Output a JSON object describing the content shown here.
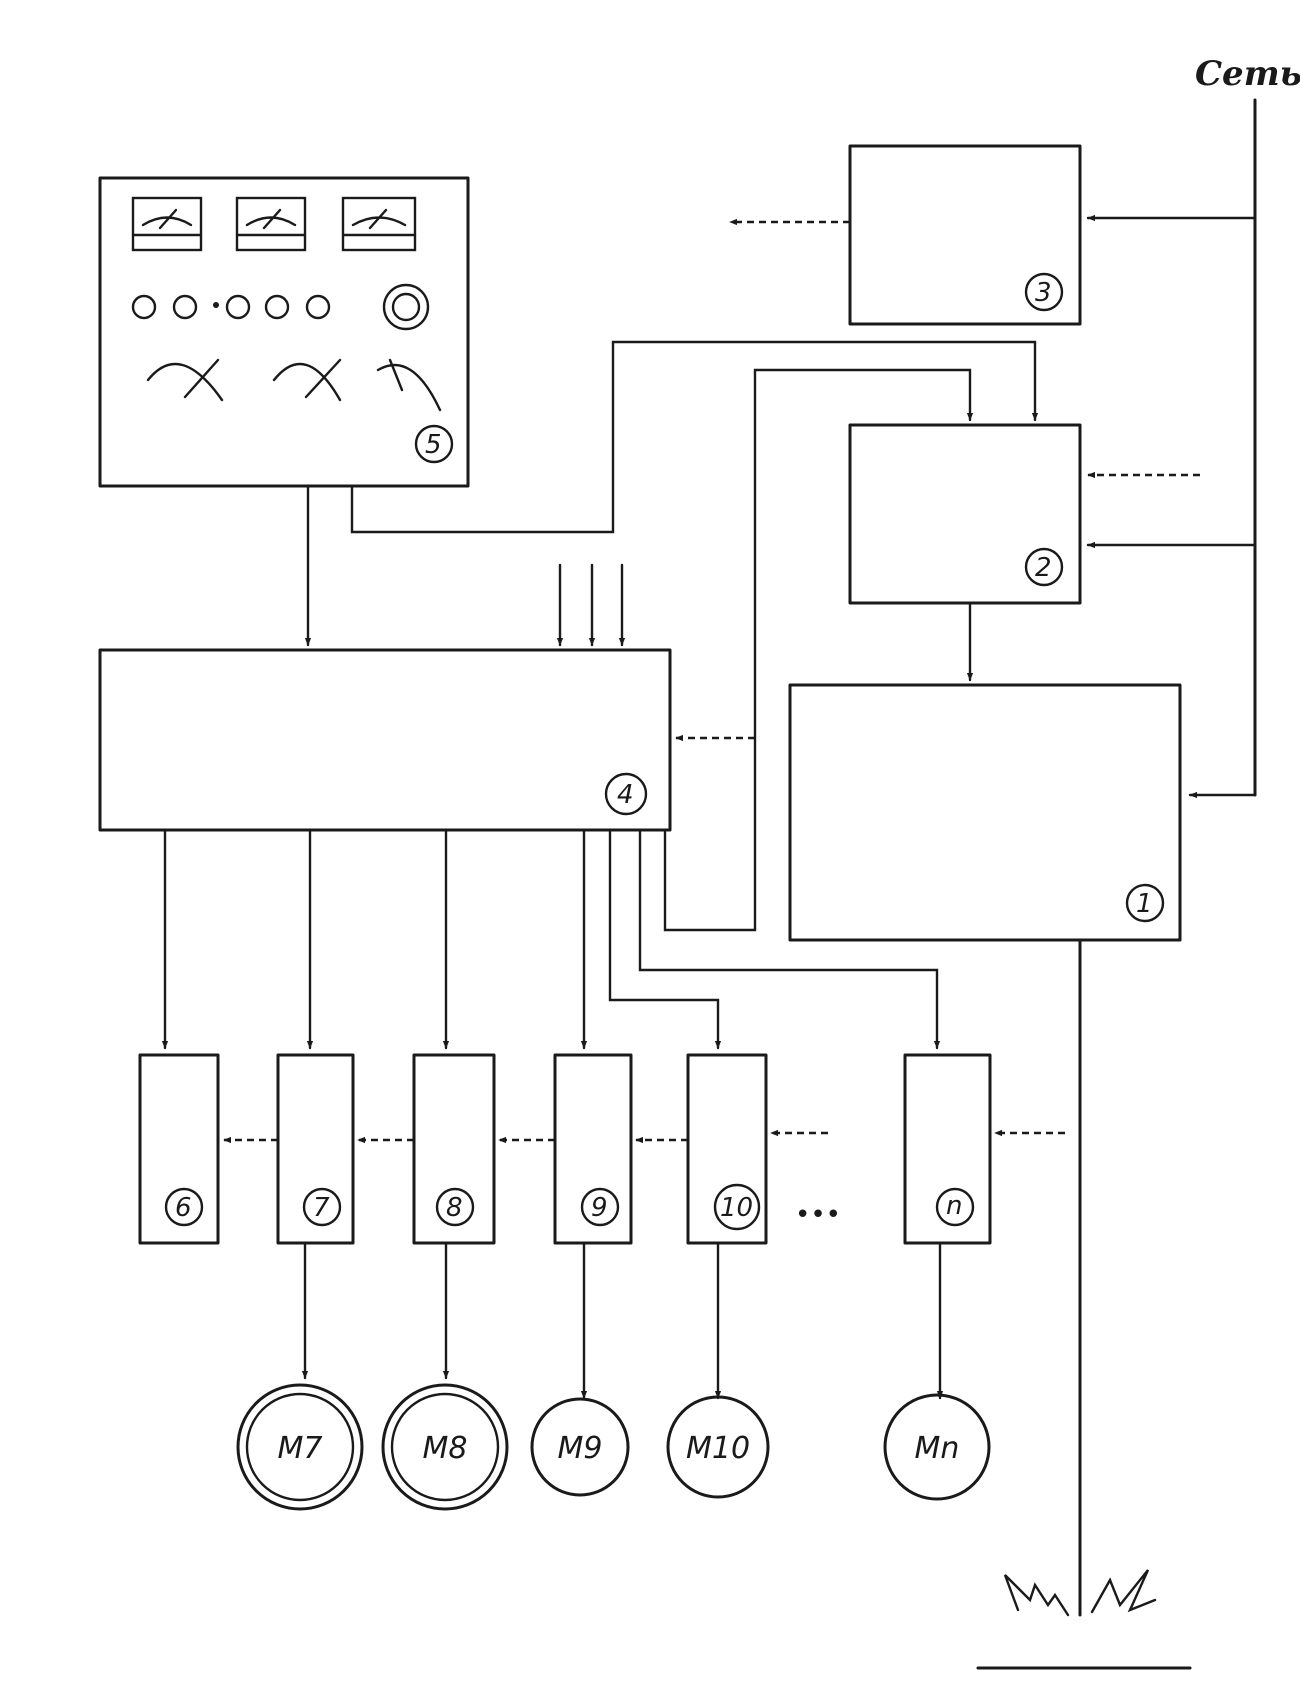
{
  "network_label": "Сеть",
  "blocks": {
    "b1": "1",
    "b2": "2",
    "b3": "3",
    "b4": "4",
    "b5": "5",
    "b6": "6",
    "b7": "7",
    "b8": "8",
    "b9": "9",
    "b10": "10",
    "bn": "n"
  },
  "motors": {
    "m7": "M7",
    "m8": "M8",
    "m9": "M9",
    "m10": "M10",
    "mn": "Mn"
  },
  "ellipsis": "•••"
}
